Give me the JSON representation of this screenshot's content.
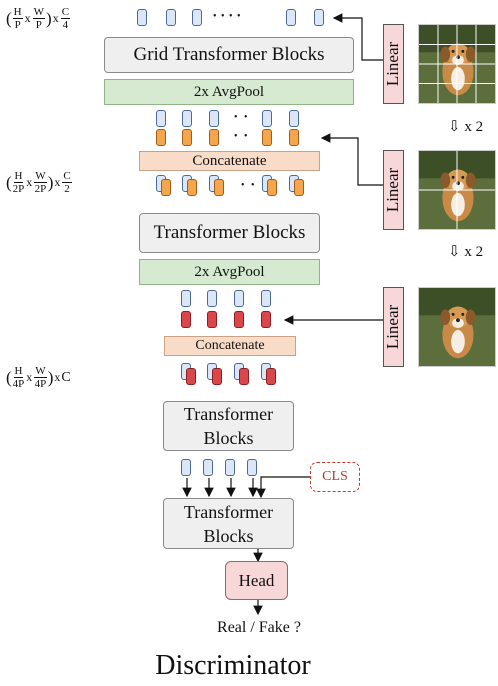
{
  "colors": {
    "gray_block": "#efefef",
    "avgpool_green": "#d6ead1",
    "concat_orange": "#f9dcc7",
    "linear_head_pink": "#f8d7d9",
    "token_blue": "#dbe7f7",
    "token_orange": "#f4a64e",
    "token_red": "#d9474b",
    "cls_red": "#c0392b"
  },
  "labels": {
    "grid_transformer": "Grid Transformer Blocks",
    "avgpool": "2x AvgPool",
    "concatenate": "Concatenate",
    "transformer_wide": "Transformer Blocks",
    "transformer_small": "Transformer Blocks",
    "transformer_final": "Transformer Blocks",
    "head": "Head",
    "cls": "CLS",
    "linear": "Linear",
    "output": "Real / Fake ?",
    "title": "Discriminator",
    "times_two": "x 2",
    "dots": "• • • •",
    "dots2": "• •"
  },
  "dims": {
    "row1": {
      "h": "H",
      "p": "P",
      "w": "W",
      "c": "C",
      "cdiv": "4",
      "x": "x"
    },
    "row2": {
      "h": "H",
      "p": "2P",
      "w": "W",
      "c": "C",
      "cdiv": "2",
      "x": "x"
    },
    "row3": {
      "h": "H",
      "p": "4P",
      "w": "W",
      "c": "C",
      "x": "x"
    }
  },
  "icons": {
    "image": "dog-photo-icon",
    "down_arrow": "double-down-arrow-icon"
  }
}
